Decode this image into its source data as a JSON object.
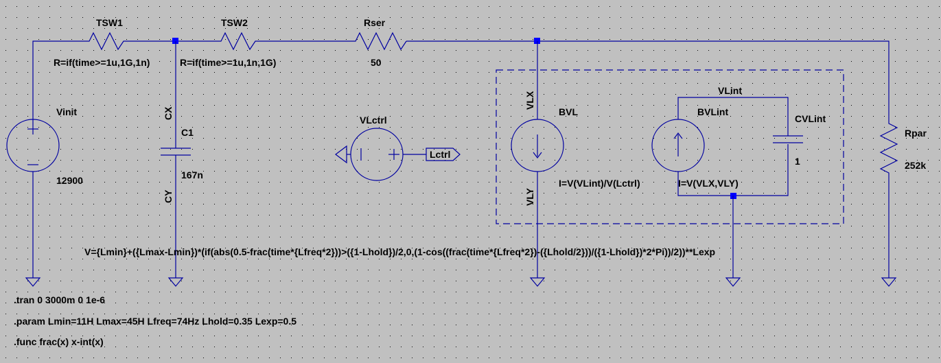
{
  "background_color": "#c0c0c0",
  "wire_color": "#0000a0",
  "components": {
    "tsw1": {
      "name": "TSW1",
      "value": "R=if(time>=1u,1G,1n)"
    },
    "tsw2": {
      "name": "TSW2",
      "value": "R=if(time>=1u,1n,1G)"
    },
    "rser": {
      "name": "Rser",
      "value": "50"
    },
    "rpar": {
      "name": "Rpar",
      "value": "252k"
    },
    "vinit": {
      "name": "Vinit",
      "value": "12900"
    },
    "c1": {
      "name": "C1",
      "value": "167n"
    },
    "vlctrl": {
      "name": "VLctrl"
    },
    "bvl": {
      "name": "BVL",
      "value": "I=V(VLint)/V(Lctrl)"
    },
    "bvlint": {
      "name": "BVLint",
      "value": "I=V(VLX,VLY)"
    },
    "cvlint": {
      "name": "CVLint",
      "value": "1"
    }
  },
  "net_labels": {
    "cx": "CX",
    "cy": "CY",
    "vlx": "VLX",
    "vly": "VLY",
    "vlint": "VLint",
    "lctrl": "Lctrl"
  },
  "expression": "V={Lmin}+({Lmax-Lmin})*(if(abs(0.5-frac(time*{Lfreq*2}))>({1-Lhold})/2,0,(1-cos((frac(time*{Lfreq*2})-({Lhold/2}))/({1-Lhold})*2*Pi))/2))**Lexp",
  "directives": {
    "tran": ".tran 0 3000m 0 1e-6",
    "param": ".param Lmin=11H Lmax=45H Lfreq=74Hz Lhold=0.35 Lexp=0.5",
    "func": ".func frac(x) x-int(x)"
  }
}
